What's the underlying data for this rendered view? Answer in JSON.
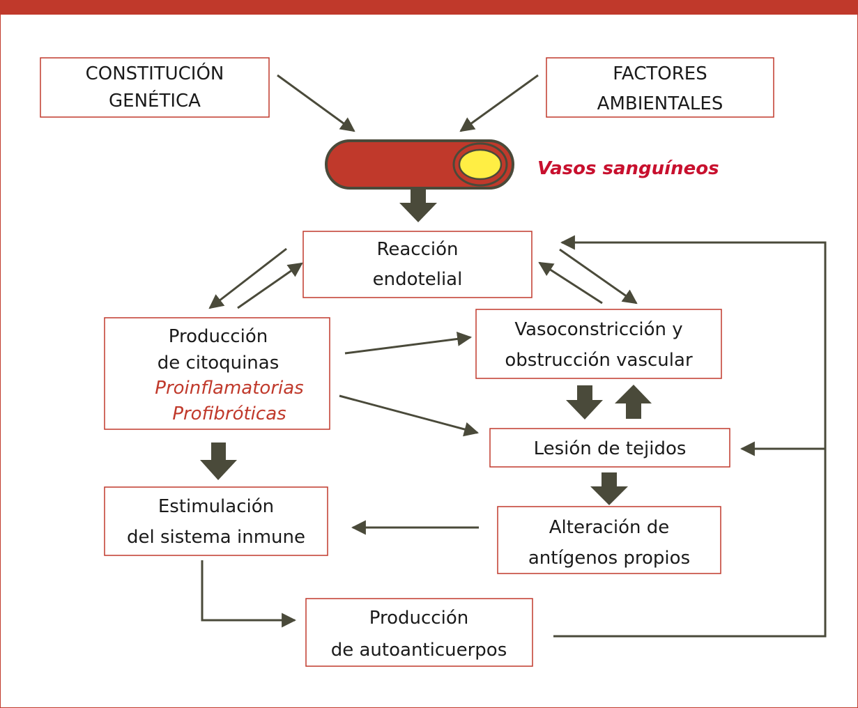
{
  "colors": {
    "box_border": "#c0392b",
    "arrow": "#4a4a3a",
    "vessel_red": "#c0392b",
    "vessel_core": "#ffee44",
    "vessel_label": "#c8102e"
  },
  "nodes": {
    "genetic": [
      "CONSTITUCIÓN",
      "GENÉTICA"
    ],
    "environmental": [
      "FACTORES",
      "AMBIENTALES"
    ],
    "vessels": "Vasos sanguíneos",
    "endothelial": [
      "Reacción",
      "endotelial"
    ],
    "cytokines": [
      "Producción",
      "de citoquinas"
    ],
    "cytokines_types": [
      "Proinflamatorias",
      "Profibróticas"
    ],
    "vasoconstriction": [
      "Vasoconstricción y",
      "obstrucción vascular"
    ],
    "tissue_injury": "Lesión de tejidos",
    "immune": [
      "Estimulación",
      "del sistema inmune"
    ],
    "antigens": [
      "Alteración de",
      "antígenos propios"
    ],
    "autoantibodies": [
      "Producción",
      "de autoanticuerpos"
    ]
  }
}
